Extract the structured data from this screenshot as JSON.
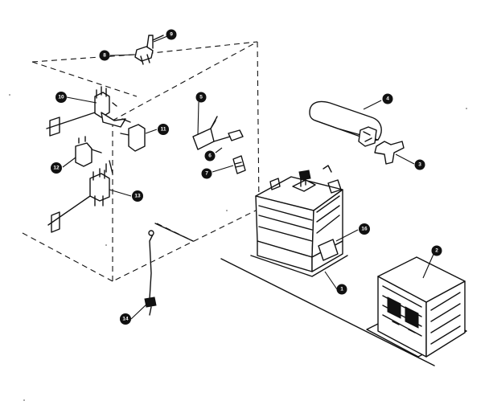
{
  "callouts": {
    "c1": "1",
    "c2": "2",
    "c3": "3",
    "c4": "4",
    "c5": "5",
    "c6": "6",
    "c7": "7",
    "c8": "8",
    "c9": "9",
    "c10": "10",
    "c11": "11",
    "c12": "12",
    "c13": "13",
    "c14": "14",
    "c16": "16"
  }
}
